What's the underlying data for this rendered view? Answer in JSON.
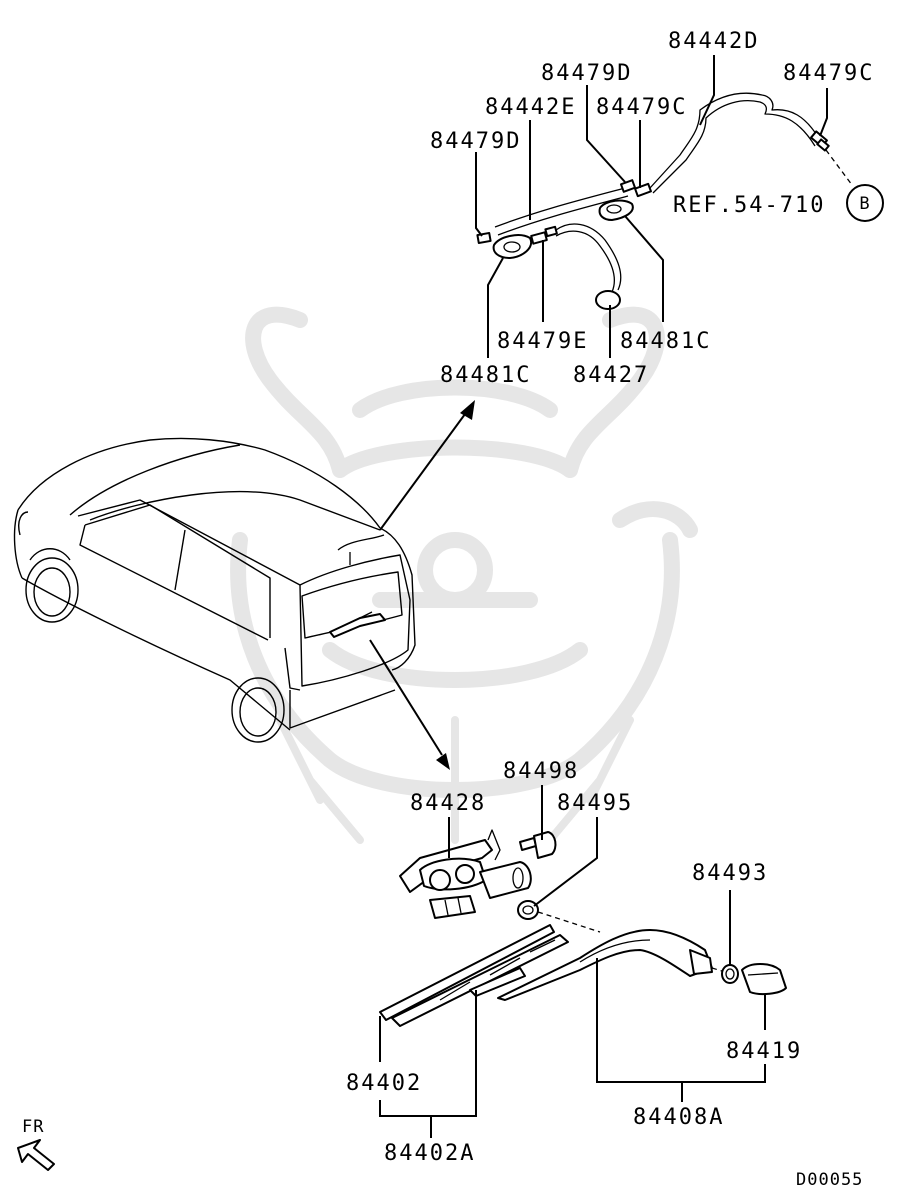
{
  "labels": {
    "p84442D": "84442D",
    "p84479D_top": "84479D",
    "p84479C_right": "84479C",
    "p84442E": "84442E",
    "p84479C_mid": "84479C",
    "p84479D_left": "84479D",
    "ref": "REF.54-710",
    "ref_circle": "B",
    "p84479E": "84479E",
    "p84481C_right": "84481C",
    "p84481C_left": "84481C",
    "p84427": "84427",
    "p84498": "84498",
    "p84428": "84428",
    "p84495": "84495",
    "p84493": "84493",
    "p84419": "84419",
    "p84402": "84402",
    "p84408A": "84408A",
    "p84402A": "84402A",
    "direction": "FR",
    "diagram_code": "D00055"
  }
}
